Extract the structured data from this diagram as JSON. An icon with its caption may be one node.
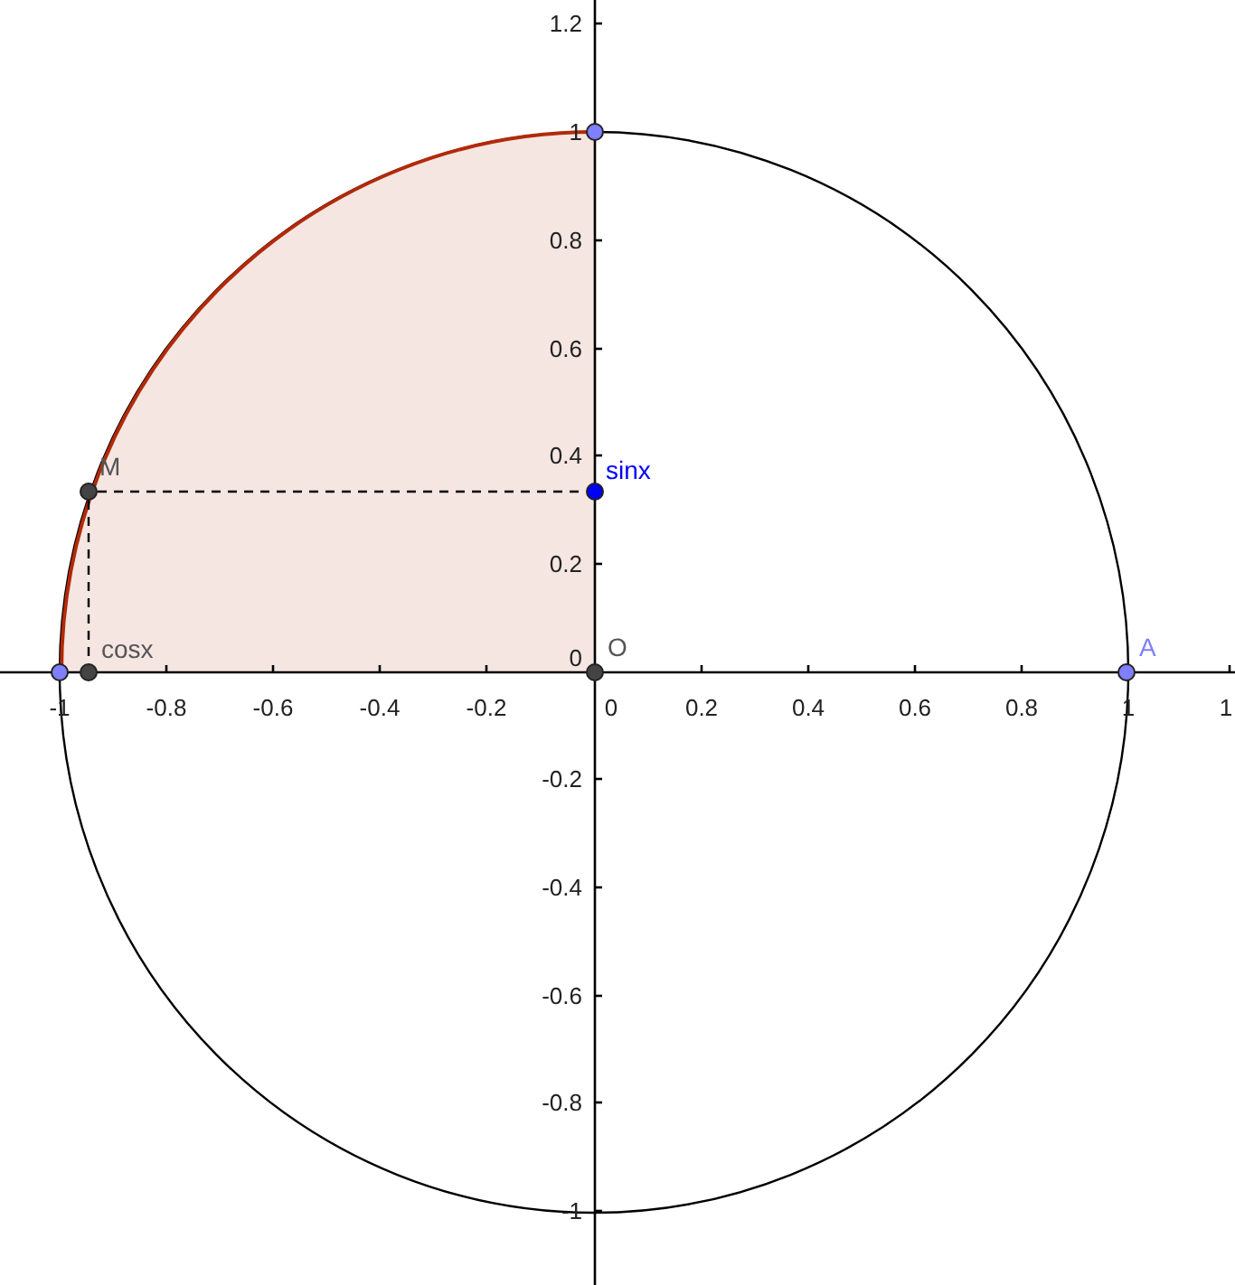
{
  "diagram": {
    "nodes": [
      {
        "text": [],
        "shape": "circle"
      },
      {
        "text": [
          "M"
        ]
      },
      {
        "text": [
          "sinx"
        ]
      },
      {
        "text": [],
        "shape": "circle"
      },
      {
        "text": [
          "cosx"
        ]
      },
      {
        "text": [
          "O"
        ]
      },
      {
        "text": [
          "A"
        ]
      }
    ],
    "edges": [
      {
        "from": 1,
        "to": 2,
        "arrow": "none",
        "style": "dashed"
      },
      {
        "from": 1,
        "to": 4,
        "arrow": "none",
        "style": "dashed"
      }
    ],
    "labels": [
      "1.2",
      "1",
      "0.8",
      "0.6",
      "0.4",
      "0.2",
      "0",
      "-1",
      "-0.8",
      "-0.6",
      "-0.4",
      "-0.2",
      "0",
      "0.2",
      "0.4",
      "0.6",
      "0.8",
      "1",
      "1",
      "-0.2",
      "-0.4",
      "-0.6",
      "-0.8",
      "-1"
    ]
  }
}
